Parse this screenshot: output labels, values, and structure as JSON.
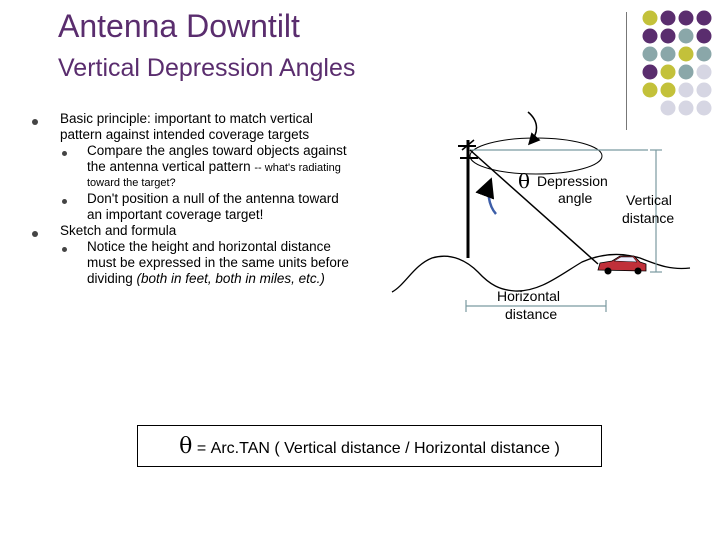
{
  "slide": {
    "title": "Antenna Downtilt",
    "subtitle": "Vertical Depression Angles"
  },
  "bullets": {
    "b1_line1": "Basic principle: important to match vertical",
    "b1_line2": "pattern against intended coverage targets",
    "s1_line1": "Compare the angles toward objects against",
    "s1_line2": "the antenna vertical pattern",
    "s1_line2_small": "-- what's radiating",
    "s1_line3_small": "toward the target?",
    "s2_line1": "Don't position a null of the antenna toward",
    "s2_line2": "an important coverage target!",
    "b2_line1": "Sketch and formula",
    "s3_line1": "Notice the height and horizontal distance",
    "s3_line2": "must be expressed in the same units before",
    "s3_line3_a": "dividing ",
    "s3_line3_b": "(both in feet, both in miles, etc.)"
  },
  "diagram": {
    "theta_symbol": "θ",
    "depression_label_1": "Depression",
    "depression_label_2": "angle",
    "vertical_label_1": "Vertical",
    "vertical_label_2": "distance",
    "horizontal_label_1": "Horizontal",
    "horizontal_label_2": "distance"
  },
  "formula": {
    "theta": "θ",
    "text": " = Arc.TAN ( Vertical distance / Horizontal distance )"
  },
  "colors": {
    "purple": "#5a2d6e",
    "teal": "#8aa7a9",
    "olive": "#c3c13a",
    "lavender": "#d6d6e3",
    "car_red": "#c0303a"
  }
}
